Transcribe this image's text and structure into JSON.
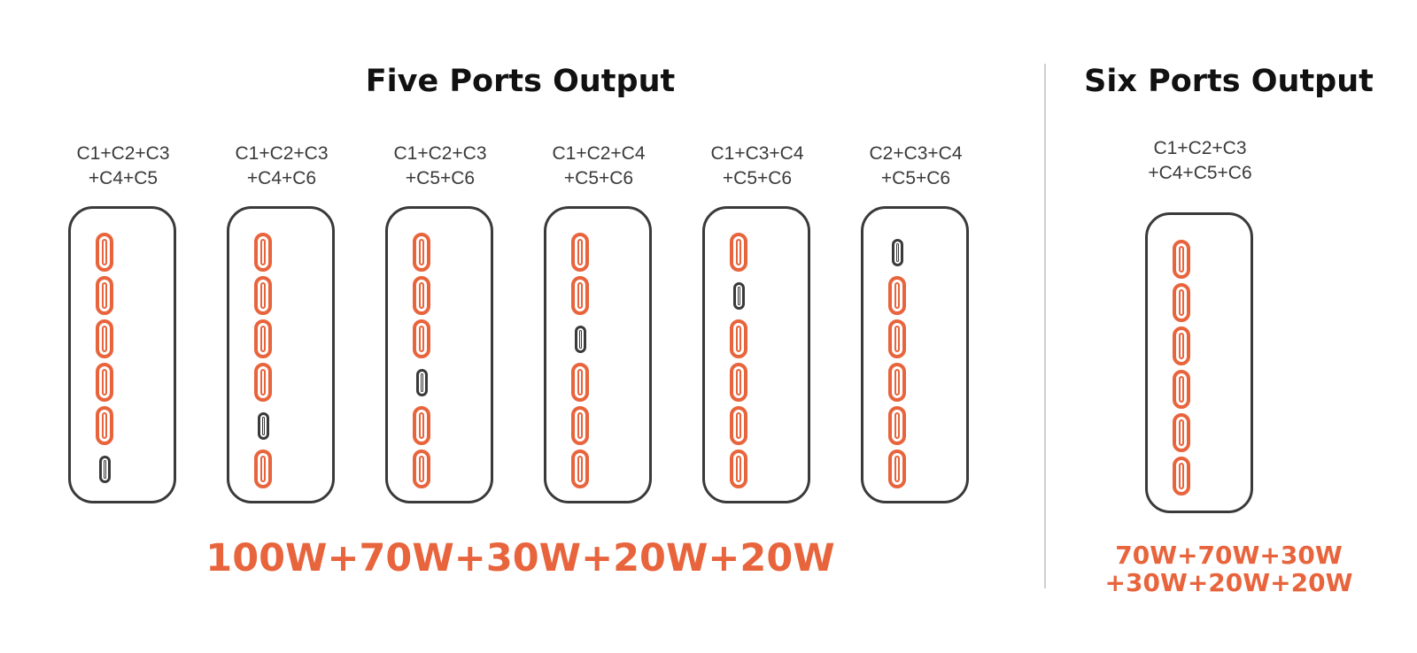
{
  "five_ports": {
    "title": "Five Ports Output",
    "configs": [
      {
        "label_line1": "C1+C2+C3",
        "label_line2": "+C4+C5",
        "ports": [
          "on",
          "on",
          "on",
          "on",
          "on",
          "off"
        ]
      },
      {
        "label_line1": "C1+C2+C3",
        "label_line2": "+C4+C6",
        "ports": [
          "on",
          "on",
          "on",
          "on",
          "off",
          "on"
        ]
      },
      {
        "label_line1": "C1+C2+C3",
        "label_line2": "+C5+C6",
        "ports": [
          "on",
          "on",
          "on",
          "off",
          "on",
          "on"
        ]
      },
      {
        "label_line1": "C1+C2+C4",
        "label_line2": "+C5+C6",
        "ports": [
          "on",
          "on",
          "off",
          "on",
          "on",
          "on"
        ]
      },
      {
        "label_line1": "C1+C3+C4",
        "label_line2": "+C5+C6",
        "ports": [
          "on",
          "off",
          "on",
          "on",
          "on",
          "on"
        ]
      },
      {
        "label_line1": "C2+C3+C4",
        "label_line2": "+C5+C6",
        "ports": [
          "off",
          "on",
          "on",
          "on",
          "on",
          "on"
        ]
      }
    ],
    "power": "100W+70W+30W+20W+20W"
  },
  "six_ports": {
    "title": "Six Ports Output",
    "config": {
      "label_line1": "C1+C2+C3",
      "label_line2": "+C4+C5+C6",
      "ports": [
        "on",
        "on",
        "on",
        "on",
        "on",
        "on"
      ]
    },
    "power_line1": "70W+70W+30W",
    "power_line2": "+30W+20W+20W"
  },
  "colors": {
    "active_port": "#e8643c",
    "inactive_port": "#3a3a3a",
    "power_text": "#e8643c",
    "divider": "#cfcfcf"
  }
}
